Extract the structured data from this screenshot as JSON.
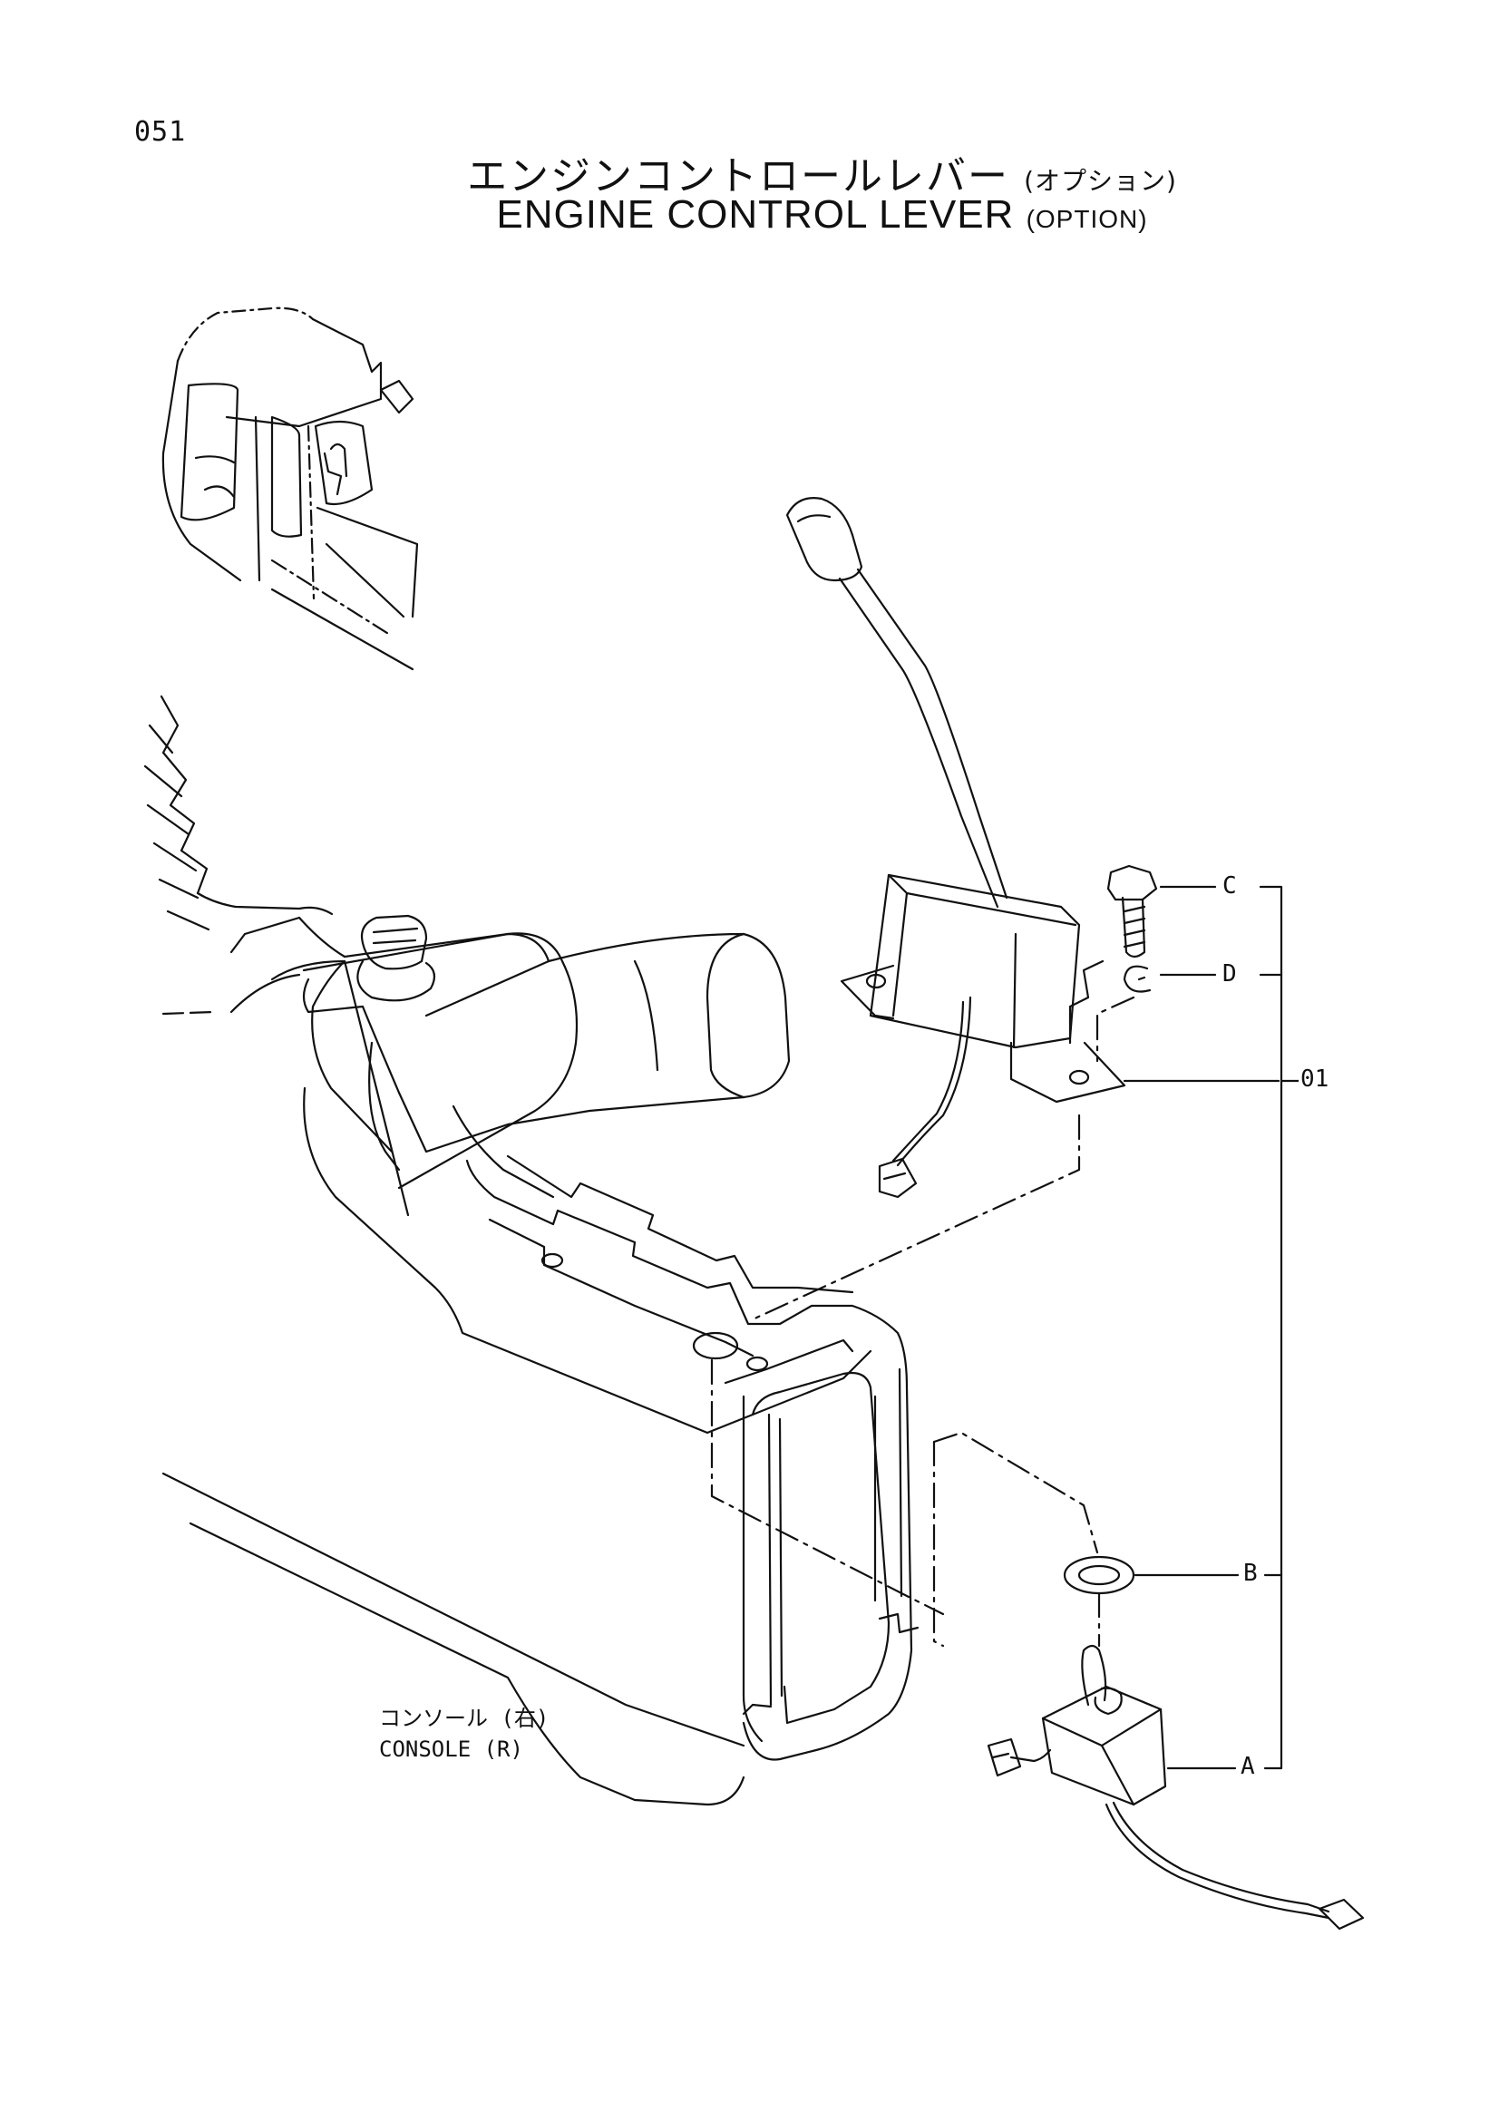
{
  "page_number": "051",
  "title": {
    "jp_main": "エンジンコントロールレバー",
    "jp_sub": "(オプション)",
    "en_main": "ENGINE CONTROL LEVER",
    "en_sub": "(OPTION)"
  },
  "console_label": {
    "jp": "コンソール (右)",
    "en": "CONSOLE (R)"
  },
  "callouts": {
    "c": "C",
    "d": "D",
    "assembly": "01",
    "b": "B",
    "a": "A"
  }
}
